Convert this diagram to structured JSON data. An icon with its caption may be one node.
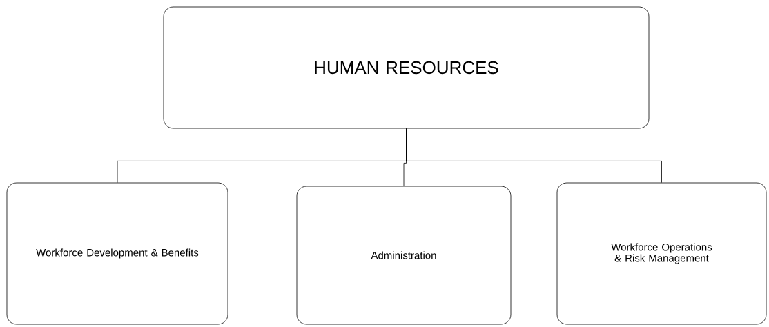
{
  "diagram": {
    "nodes": [
      {
        "text": [
          "HUMAN RESOURCES"
        ]
      },
      {
        "text": [
          "Workforce Development & Benefits"
        ]
      },
      {
        "text": [
          "Administration"
        ]
      },
      {
        "text": [
          "Workforce Operations & Risk Management"
        ]
      }
    ],
    "edges": [
      {
        "from": 0,
        "to": 1,
        "arrow": "none"
      },
      {
        "from": 0,
        "to": 2,
        "arrow": "none"
      },
      {
        "from": 0,
        "to": 3,
        "arrow": "none"
      }
    ]
  }
}
